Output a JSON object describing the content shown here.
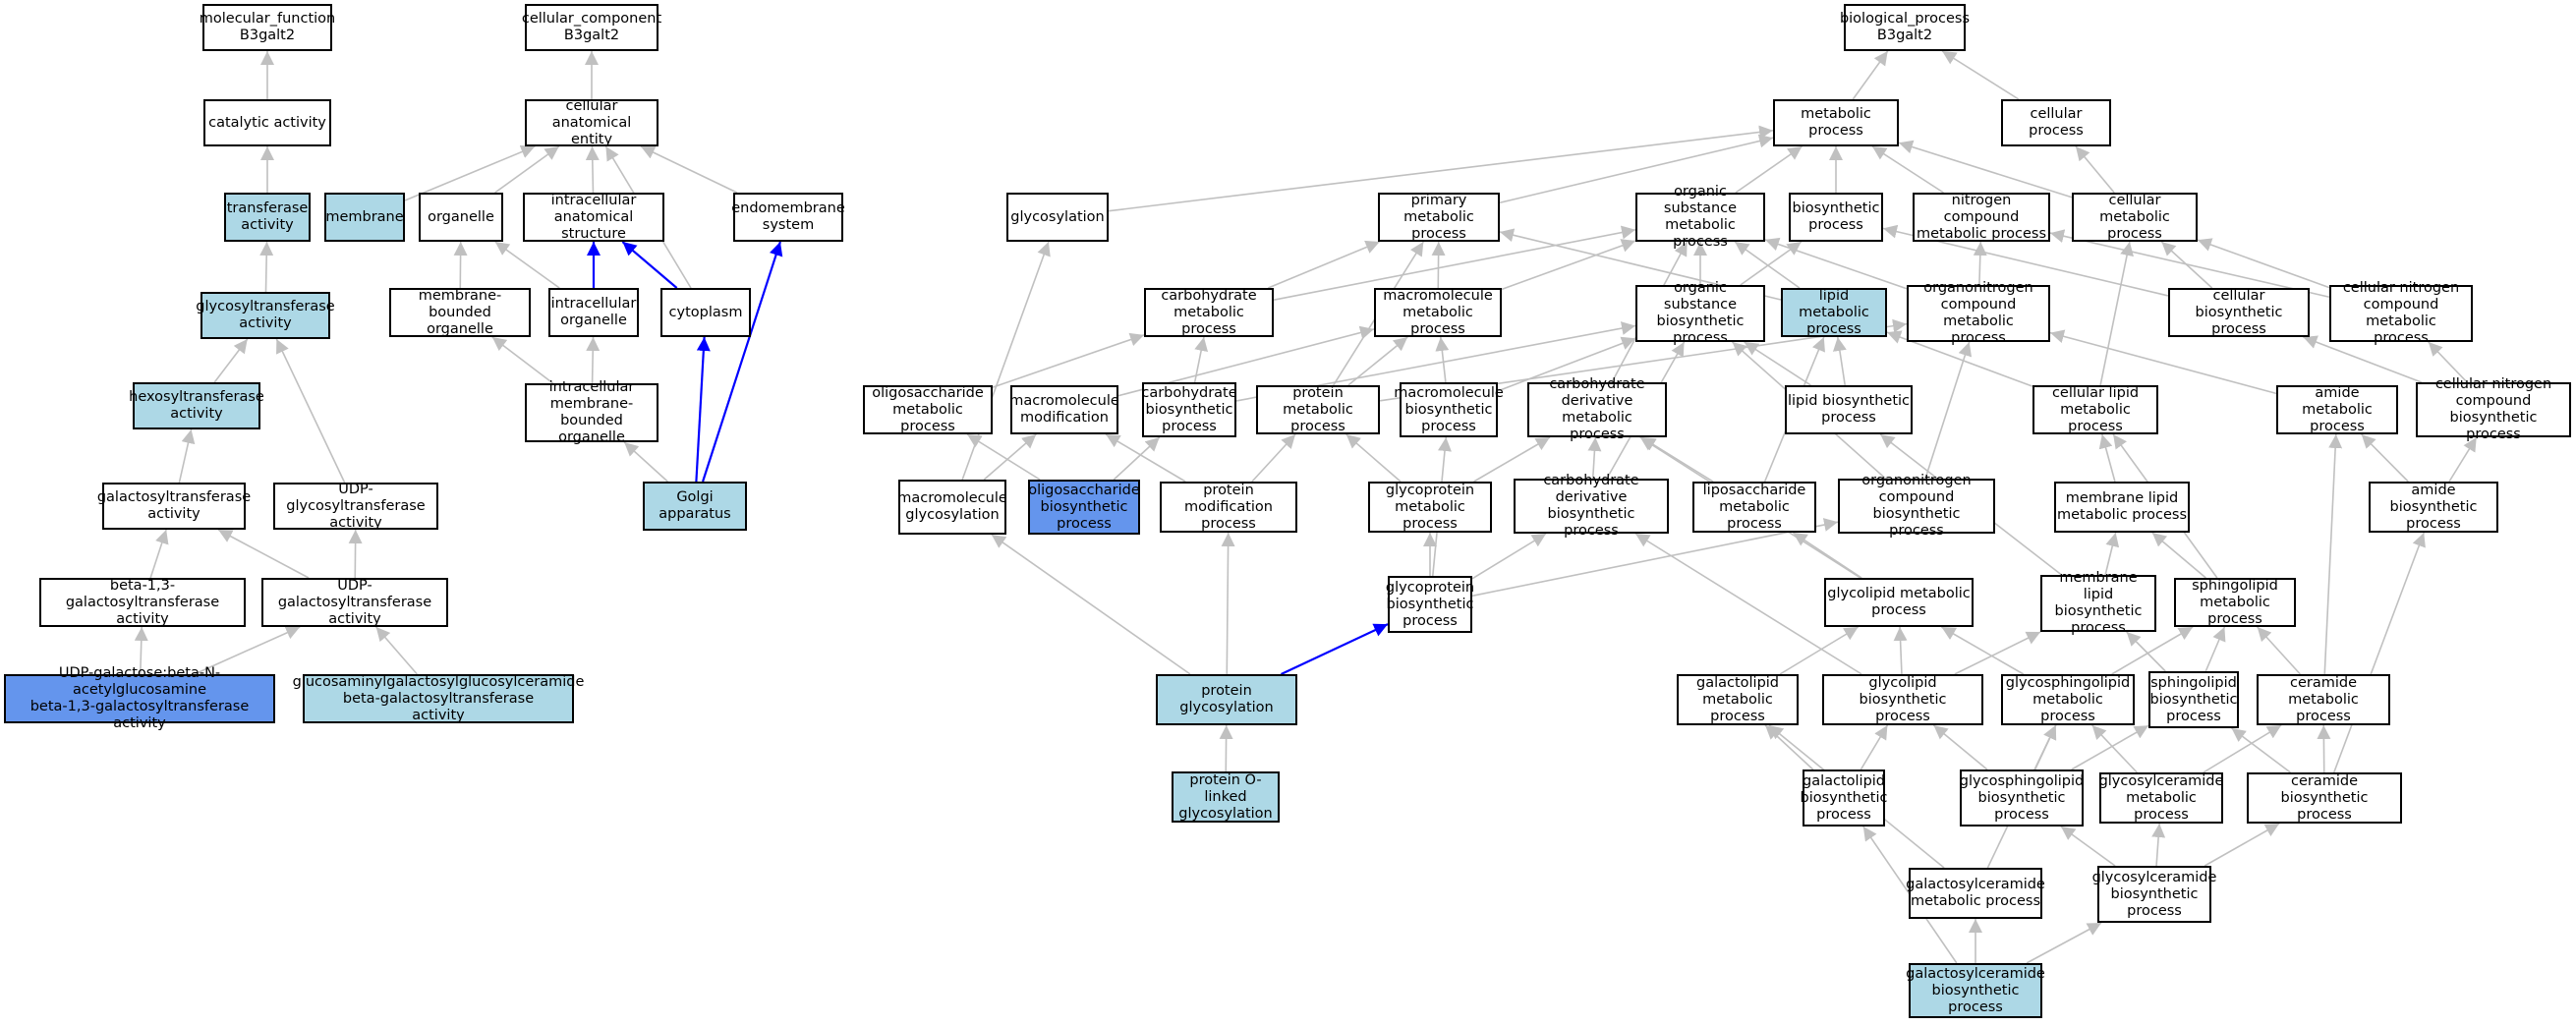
{
  "colors": {
    "edge_gray": "#c0c0c0",
    "edge_blue": "#0000ff",
    "light_fill": "#add8e6",
    "dark_fill": "#6495ed"
  },
  "nodes": {
    "mf_root": {
      "label": "molecular_function\nB3galt2",
      "style": "plain"
    },
    "catalytic": {
      "label": "catalytic activity",
      "style": "plain"
    },
    "transferase": {
      "label": "transferase\nactivity",
      "style": "light"
    },
    "glycosyltransferase": {
      "label": "glycosyltransferase\nactivity",
      "style": "light"
    },
    "hexosyltransferase": {
      "label": "hexosyltransferase\nactivity",
      "style": "light"
    },
    "galactosyltransferase": {
      "label": "galactosyltransferase\nactivity",
      "style": "plain"
    },
    "udp_glycosyl": {
      "label": "UDP-glycosyltransferase\nactivity",
      "style": "plain"
    },
    "beta13_galactosyl": {
      "label": "beta-1,3-galactosyltransferase\nactivity",
      "style": "plain"
    },
    "udp_galactosyl": {
      "label": "UDP-galactosyltransferase\nactivity",
      "style": "plain"
    },
    "udp_gal_beta": {
      "label": "UDP-galactose:beta-N-acetylglucosamine\nbeta-1,3-galactosyltransferase\nactivity",
      "style": "dark"
    },
    "glucosaminyl": {
      "label": "glucosaminylgalactosylglucosylceramide\nbeta-galactosyltransferase\nactivity",
      "style": "light"
    },
    "cc_root": {
      "label": "cellular_component\nB3galt2",
      "style": "plain"
    },
    "cell_anat_entity": {
      "label": "cellular anatomical\nentity",
      "style": "plain"
    },
    "membrane": {
      "label": "membrane",
      "style": "light"
    },
    "organelle": {
      "label": "organelle",
      "style": "plain"
    },
    "intra_anat": {
      "label": "intracellular\nanatomical structure",
      "style": "plain"
    },
    "endomembrane": {
      "label": "endomembrane\nsystem",
      "style": "plain"
    },
    "mem_bound_org": {
      "label": "membrane-bounded\norganelle",
      "style": "plain"
    },
    "intra_org": {
      "label": "intracellular\norganelle",
      "style": "plain"
    },
    "cytoplasm": {
      "label": "cytoplasm",
      "style": "plain"
    },
    "intra_mem_bound": {
      "label": "intracellular\nmembrane-bounded\norganelle",
      "style": "plain"
    },
    "golgi": {
      "label": "Golgi apparatus",
      "style": "light"
    },
    "bp_root": {
      "label": "biological_process\nB3galt2",
      "style": "plain"
    },
    "metabolic": {
      "label": "metabolic process",
      "style": "plain"
    },
    "cellular_process": {
      "label": "cellular process",
      "style": "plain"
    },
    "glycosylation": {
      "label": "glycosylation",
      "style": "plain"
    },
    "primary_met": {
      "label": "primary metabolic\nprocess",
      "style": "plain"
    },
    "org_sub_met": {
      "label": "organic substance\nmetabolic process",
      "style": "plain"
    },
    "biosynthetic": {
      "label": "biosynthetic\nprocess",
      "style": "plain"
    },
    "nitrogen_met": {
      "label": "nitrogen compound\nmetabolic process",
      "style": "plain"
    },
    "cell_met": {
      "label": "cellular metabolic\nprocess",
      "style": "plain"
    },
    "carb_met": {
      "label": "carbohydrate\nmetabolic process",
      "style": "plain"
    },
    "macromol_met": {
      "label": "macromolecule\nmetabolic process",
      "style": "plain"
    },
    "org_sub_bio": {
      "label": "organic substance\nbiosynthetic\nprocess",
      "style": "plain"
    },
    "lipid_met": {
      "label": "lipid metabolic\nprocess",
      "style": "light"
    },
    "organonitro_met": {
      "label": "organonitrogen\ncompound metabolic\nprocess",
      "style": "plain"
    },
    "cell_bio": {
      "label": "cellular biosynthetic\nprocess",
      "style": "plain"
    },
    "cell_nitro_met": {
      "label": "cellular nitrogen\ncompound metabolic\nprocess",
      "style": "plain"
    },
    "oligo_met": {
      "label": "oligosaccharide\nmetabolic process",
      "style": "plain"
    },
    "macromol_mod": {
      "label": "macromolecule\nmodification",
      "style": "plain"
    },
    "carb_bio": {
      "label": "carbohydrate\nbiosynthetic\nprocess",
      "style": "plain"
    },
    "protein_met": {
      "label": "protein metabolic\nprocess",
      "style": "plain"
    },
    "macromol_bio": {
      "label": "macromolecule\nbiosynthetic\nprocess",
      "style": "plain"
    },
    "carb_deriv_met": {
      "label": "carbohydrate\nderivative metabolic\nprocess",
      "style": "plain"
    },
    "lipid_bio": {
      "label": "lipid biosynthetic\nprocess",
      "style": "plain"
    },
    "cell_lipid_met": {
      "label": "cellular lipid\nmetabolic process",
      "style": "plain"
    },
    "amide_met": {
      "label": "amide metabolic\nprocess",
      "style": "plain"
    },
    "cell_nitro_bio": {
      "label": "cellular nitrogen\ncompound biosynthetic\nprocess",
      "style": "plain"
    },
    "macromol_glyco": {
      "label": "macromolecule\nglycosylation",
      "style": "plain"
    },
    "oligo_bio": {
      "label": "oligosaccharide\nbiosynthetic\nprocess",
      "style": "dark"
    },
    "prot_mod": {
      "label": "protein modification\nprocess",
      "style": "plain"
    },
    "glycoprot_met": {
      "label": "glycoprotein\nmetabolic process",
      "style": "plain"
    },
    "carb_deriv_bio": {
      "label": "carbohydrate\nderivative biosynthetic\nprocess",
      "style": "plain"
    },
    "liposacch_met": {
      "label": "liposaccharide\nmetabolic process",
      "style": "plain"
    },
    "organonitro_bio": {
      "label": "organonitrogen\ncompound biosynthetic\nprocess",
      "style": "plain"
    },
    "mem_lipid_met": {
      "label": "membrane lipid\nmetabolic process",
      "style": "plain"
    },
    "amide_bio": {
      "label": "amide biosynthetic\nprocess",
      "style": "plain"
    },
    "glycoprot_bio": {
      "label": "glycoprotein\nbiosynthetic\nprocess",
      "style": "plain"
    },
    "glycolipid_met": {
      "label": "glycolipid metabolic\nprocess",
      "style": "plain"
    },
    "mem_lipid_bio": {
      "label": "membrane lipid\nbiosynthetic\nprocess",
      "style": "plain"
    },
    "sphingo_met": {
      "label": "sphingolipid\nmetabolic process",
      "style": "plain"
    },
    "prot_glyco": {
      "label": "protein glycosylation",
      "style": "light"
    },
    "galactolipid_met": {
      "label": "galactolipid\nmetabolic process",
      "style": "plain"
    },
    "glycolipid_bio": {
      "label": "glycolipid biosynthetic\nprocess",
      "style": "plain"
    },
    "glycosphingo_met": {
      "label": "glycosphingolipid\nmetabolic process",
      "style": "plain"
    },
    "sphingo_bio": {
      "label": "sphingolipid\nbiosynthetic\nprocess",
      "style": "plain"
    },
    "ceramide_met": {
      "label": "ceramide metabolic\nprocess",
      "style": "plain"
    },
    "prot_olinked": {
      "label": "protein O-linked\nglycosylation",
      "style": "light"
    },
    "galactolipid_bio": {
      "label": "galactolipid\nbiosynthetic\nprocess",
      "style": "plain"
    },
    "glycosphingo_bio": {
      "label": "glycosphingolipid\nbiosynthetic\nprocess",
      "style": "plain"
    },
    "glycosylcer_met": {
      "label": "glycosylceramide\nmetabolic process",
      "style": "plain"
    },
    "ceramide_bio": {
      "label": "ceramide biosynthetic\nprocess",
      "style": "plain"
    },
    "galactosylcer_met": {
      "label": "galactosylceramide\nmetabolic process",
      "style": "plain"
    },
    "glycosylcer_bio": {
      "label": "glycosylceramide\nbiosynthetic\nprocess",
      "style": "plain"
    },
    "galactosylcer_bio": {
      "label": "galactosylceramide\nbiosynthetic\nprocess",
      "style": "light"
    }
  },
  "edges": [
    [
      "catalytic",
      "mf_root",
      "gray"
    ],
    [
      "transferase",
      "catalytic",
      "gray"
    ],
    [
      "glycosyltransferase",
      "transferase",
      "gray"
    ],
    [
      "hexosyltransferase",
      "glycosyltransferase",
      "gray"
    ],
    [
      "galactosyltransferase",
      "hexosyltransferase",
      "gray"
    ],
    [
      "udp_glycosyl",
      "glycosyltransferase",
      "gray"
    ],
    [
      "beta13_galactosyl",
      "galactosyltransferase",
      "gray"
    ],
    [
      "udp_galactosyl",
      "galactosyltransferase",
      "gray"
    ],
    [
      "udp_galactosyl",
      "udp_glycosyl",
      "gray"
    ],
    [
      "udp_gal_beta",
      "beta13_galactosyl",
      "gray"
    ],
    [
      "udp_gal_beta",
      "udp_galactosyl",
      "gray"
    ],
    [
      "glucosaminyl",
      "udp_galactosyl",
      "gray"
    ],
    [
      "cell_anat_entity",
      "cc_root",
      "gray"
    ],
    [
      "membrane",
      "cell_anat_entity",
      "gray"
    ],
    [
      "organelle",
      "cell_anat_entity",
      "gray"
    ],
    [
      "intra_anat",
      "cell_anat_entity",
      "gray"
    ],
    [
      "endomembrane",
      "cell_anat_entity",
      "gray"
    ],
    [
      "mem_bound_org",
      "organelle",
      "gray"
    ],
    [
      "intra_org",
      "organelle",
      "gray"
    ],
    [
      "intra_org",
      "intra_anat",
      "blue"
    ],
    [
      "cytoplasm",
      "intra_anat",
      "blue"
    ],
    [
      "cytoplasm",
      "cell_anat_entity",
      "gray"
    ],
    [
      "intra_mem_bound",
      "mem_bound_org",
      "gray"
    ],
    [
      "intra_mem_bound",
      "intra_org",
      "gray"
    ],
    [
      "golgi",
      "intra_mem_bound",
      "gray"
    ],
    [
      "golgi",
      "cytoplasm",
      "blue"
    ],
    [
      "golgi",
      "endomembrane",
      "blue"
    ],
    [
      "metabolic",
      "bp_root",
      "gray"
    ],
    [
      "cellular_process",
      "bp_root",
      "gray"
    ],
    [
      "glycosylation",
      "metabolic",
      "gray"
    ],
    [
      "primary_met",
      "metabolic",
      "gray"
    ],
    [
      "org_sub_met",
      "metabolic",
      "gray"
    ],
    [
      "biosynthetic",
      "metabolic",
      "gray"
    ],
    [
      "nitrogen_met",
      "metabolic",
      "gray"
    ],
    [
      "cell_met",
      "metabolic",
      "gray"
    ],
    [
      "cell_met",
      "cellular_process",
      "gray"
    ],
    [
      "carb_met",
      "primary_met",
      "gray"
    ],
    [
      "carb_met",
      "org_sub_met",
      "gray"
    ],
    [
      "macromol_met",
      "primary_met",
      "gray"
    ],
    [
      "macromol_met",
      "org_sub_met",
      "gray"
    ],
    [
      "org_sub_bio",
      "org_sub_met",
      "gray"
    ],
    [
      "org_sub_bio",
      "biosynthetic",
      "gray"
    ],
    [
      "lipid_met",
      "primary_met",
      "gray"
    ],
    [
      "lipid_met",
      "org_sub_met",
      "gray"
    ],
    [
      "organonitro_met",
      "org_sub_met",
      "gray"
    ],
    [
      "organonitro_met",
      "nitrogen_met",
      "gray"
    ],
    [
      "cell_bio",
      "cell_met",
      "gray"
    ],
    [
      "cell_bio",
      "biosynthetic",
      "gray"
    ],
    [
      "cell_nitro_met",
      "nitrogen_met",
      "gray"
    ],
    [
      "cell_nitro_met",
      "cell_met",
      "gray"
    ],
    [
      "oligo_met",
      "carb_met",
      "gray"
    ],
    [
      "macromol_mod",
      "macromol_met",
      "gray"
    ],
    [
      "carb_bio",
      "carb_met",
      "gray"
    ],
    [
      "carb_bio",
      "org_sub_bio",
      "gray"
    ],
    [
      "protein_met",
      "macromol_met",
      "gray"
    ],
    [
      "protein_met",
      "primary_met",
      "gray"
    ],
    [
      "protein_met",
      "organonitro_met",
      "gray"
    ],
    [
      "macromol_bio",
      "macromol_met",
      "gray"
    ],
    [
      "macromol_bio",
      "org_sub_bio",
      "gray"
    ],
    [
      "carb_deriv_met",
      "org_sub_met",
      "gray"
    ],
    [
      "lipid_bio",
      "lipid_met",
      "gray"
    ],
    [
      "lipid_bio",
      "org_sub_bio",
      "gray"
    ],
    [
      "cell_lipid_met",
      "lipid_met",
      "gray"
    ],
    [
      "cell_lipid_met",
      "cell_met",
      "gray"
    ],
    [
      "amide_met",
      "organonitro_met",
      "gray"
    ],
    [
      "cell_nitro_bio",
      "cell_bio",
      "gray"
    ],
    [
      "cell_nitro_bio",
      "cell_nitro_met",
      "gray"
    ],
    [
      "macromol_glyco",
      "glycosylation",
      "gray"
    ],
    [
      "macromol_glyco",
      "macromol_mod",
      "gray"
    ],
    [
      "oligo_bio",
      "oligo_met",
      "gray"
    ],
    [
      "oligo_bio",
      "carb_bio",
      "gray"
    ],
    [
      "prot_mod",
      "macromol_mod",
      "gray"
    ],
    [
      "prot_mod",
      "protein_met",
      "gray"
    ],
    [
      "glycoprot_met",
      "protein_met",
      "gray"
    ],
    [
      "glycoprot_met",
      "carb_deriv_met",
      "gray"
    ],
    [
      "carb_deriv_bio",
      "carb_deriv_met",
      "gray"
    ],
    [
      "carb_deriv_bio",
      "org_sub_bio",
      "gray"
    ],
    [
      "liposacch_met",
      "carb_deriv_met",
      "gray"
    ],
    [
      "liposacch_met",
      "lipid_met",
      "gray"
    ],
    [
      "organonitro_bio",
      "organonitro_met",
      "gray"
    ],
    [
      "organonitro_bio",
      "org_sub_bio",
      "gray"
    ],
    [
      "mem_lipid_met",
      "cell_lipid_met",
      "gray"
    ],
    [
      "amide_bio",
      "amide_met",
      "gray"
    ],
    [
      "amide_bio",
      "cell_nitro_bio",
      "gray"
    ],
    [
      "glycoprot_bio",
      "glycoprot_met",
      "gray"
    ],
    [
      "glycoprot_bio",
      "carb_deriv_bio",
      "gray"
    ],
    [
      "glycoprot_bio",
      "macromol_bio",
      "gray"
    ],
    [
      "glycoprot_bio",
      "organonitro_bio",
      "gray"
    ],
    [
      "glycolipid_met",
      "liposacch_met",
      "gray"
    ],
    [
      "glycolipid_met",
      "carb_deriv_met",
      "gray"
    ],
    [
      "mem_lipid_bio",
      "mem_lipid_met",
      "gray"
    ],
    [
      "mem_lipid_bio",
      "lipid_bio",
      "gray"
    ],
    [
      "sphingo_met",
      "mem_lipid_met",
      "gray"
    ],
    [
      "sphingo_met",
      "cell_lipid_met",
      "gray"
    ],
    [
      "prot_glyco",
      "glycoprot_bio",
      "blue"
    ],
    [
      "prot_glyco",
      "prot_mod",
      "gray"
    ],
    [
      "prot_glyco",
      "macromol_glyco",
      "gray"
    ],
    [
      "galactolipid_met",
      "glycolipid_met",
      "gray"
    ],
    [
      "glycolipid_bio",
      "glycolipid_met",
      "gray"
    ],
    [
      "glycolipid_bio",
      "carb_deriv_bio",
      "gray"
    ],
    [
      "glycolipid_bio",
      "mem_lipid_bio",
      "gray"
    ],
    [
      "glycosphingo_met",
      "glycolipid_met",
      "gray"
    ],
    [
      "glycosphingo_met",
      "sphingo_met",
      "gray"
    ],
    [
      "sphingo_bio",
      "sphingo_met",
      "gray"
    ],
    [
      "sphingo_bio",
      "mem_lipid_bio",
      "gray"
    ],
    [
      "ceramide_met",
      "sphingo_met",
      "gray"
    ],
    [
      "ceramide_met",
      "amide_met",
      "gray"
    ],
    [
      "prot_olinked",
      "prot_glyco",
      "gray"
    ],
    [
      "galactolipid_bio",
      "galactolipid_met",
      "gray"
    ],
    [
      "galactolipid_bio",
      "glycolipid_bio",
      "gray"
    ],
    [
      "glycosphingo_bio",
      "glycosphingo_met",
      "gray"
    ],
    [
      "glycosphingo_bio",
      "glycolipid_bio",
      "gray"
    ],
    [
      "glycosphingo_bio",
      "sphingo_bio",
      "gray"
    ],
    [
      "glycosylcer_met",
      "glycosphingo_met",
      "gray"
    ],
    [
      "glycosylcer_met",
      "ceramide_met",
      "gray"
    ],
    [
      "ceramide_bio",
      "ceramide_met",
      "gray"
    ],
    [
      "ceramide_bio",
      "sphingo_bio",
      "gray"
    ],
    [
      "ceramide_bio",
      "amide_bio",
      "gray"
    ],
    [
      "galactosylcer_met",
      "galactolipid_met",
      "gray"
    ],
    [
      "galactosylcer_met",
      "glycosphingo_met",
      "gray"
    ],
    [
      "glycosylcer_bio",
      "glycosylcer_met",
      "gray"
    ],
    [
      "glycosylcer_bio",
      "glycosphingo_bio",
      "gray"
    ],
    [
      "glycosylcer_bio",
      "ceramide_bio",
      "gray"
    ],
    [
      "galactosylcer_bio",
      "galactosylcer_met",
      "gray"
    ],
    [
      "galactosylcer_bio",
      "galactolipid_bio",
      "gray"
    ],
    [
      "galactosylcer_bio",
      "glycosylcer_bio",
      "gray"
    ]
  ]
}
